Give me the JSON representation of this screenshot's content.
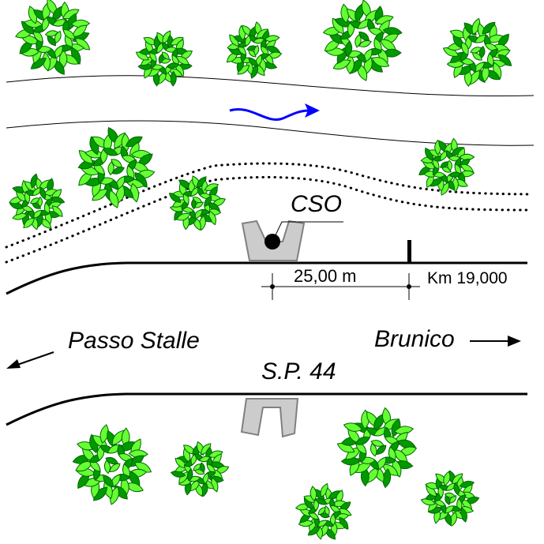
{
  "labels": {
    "cso": "CSO",
    "distance": "25,00 m",
    "km": "Km 19,000",
    "left_direction": "Passo Stalle",
    "right_direction": "Brunico",
    "road": "S.P. 44"
  },
  "colors": {
    "tree_light": "#66ff33",
    "tree_dark": "#009900",
    "tree_outline": "#006600",
    "flow_arrow": "#0000ff",
    "structure_fill": "#cccccc",
    "structure_outline": "#808080",
    "lines": "#000000"
  },
  "icons": {
    "tree": "tree-icon",
    "flow": "flow-direction-arrow-icon",
    "left_arrow": "arrow-left-icon",
    "right_arrow": "arrow-right-icon"
  }
}
